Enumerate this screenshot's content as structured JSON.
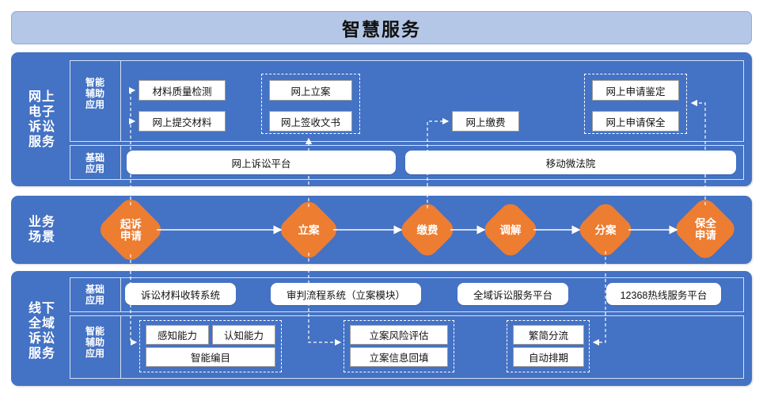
{
  "title": "智慧服务",
  "colors": {
    "title_bg": "#B4C7E7",
    "band_blue": "#4472C4",
    "diamond_orange": "#ED7D31",
    "box_white": "#FFFFFF"
  },
  "sections": {
    "online": {
      "label": "网上\n电子\n诉讼\n服务",
      "rows": {
        "smart": {
          "title": "智能\n辅助\n应用",
          "items": [
            "材料质量检测",
            "网上提交材料",
            "网上立案",
            "网上签收文书",
            "网上缴费",
            "网上申请鉴定",
            "网上申请保全"
          ]
        },
        "base": {
          "title": "基础\n应用",
          "items": [
            "网上诉讼平台",
            "移动微法院"
          ]
        }
      }
    },
    "scene": {
      "label": "业务\n场景",
      "steps": [
        "起诉\n申请",
        "立案",
        "缴费",
        "调解",
        "分案",
        "保全\n申请"
      ]
    },
    "offline": {
      "label": "线下\n全域\n诉讼\n服务",
      "rows": {
        "base": {
          "title": "基础\n应用",
          "items": [
            "诉讼材料收转系统",
            "审判流程系统（立案模块）",
            "全域诉讼服务平台",
            "12368热线服务平台"
          ]
        },
        "smart": {
          "title": "智能\n辅助\n应用",
          "items": [
            "感知能力",
            "认知能力",
            "智能编目",
            "立案风险评估",
            "立案信息回填",
            "繁简分流",
            "自动排期"
          ]
        }
      }
    }
  }
}
